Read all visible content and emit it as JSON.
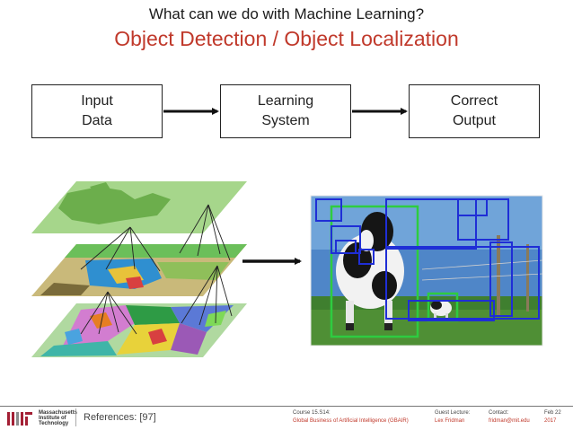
{
  "slide": {
    "supertitle": "What can we do with Machine Learning?",
    "title": "Object Detection / Object Localization"
  },
  "flow": {
    "boxes": [
      {
        "line1": "Input",
        "line2": "Data"
      },
      {
        "line1": "Learning",
        "line2": "System"
      },
      {
        "line1": "Correct",
        "line2": "Output"
      }
    ]
  },
  "footer": {
    "logo_lines": [
      "Massachusetts",
      "Institute of",
      "Technology"
    ],
    "references": "References: [97]",
    "course_label": "Course 15.S14:",
    "course_name": "Global Business of Artificial Intelligence (GBAIR)",
    "lecture_label": "Guest Lecture:",
    "lecturer": "Lex Fridman",
    "contact_label": "Contact:",
    "contact_email": "fridman@mit.edu",
    "date_month": "Feb 22",
    "date_year": "2017"
  },
  "colors": {
    "title_red": "#c0392b",
    "detect_green": "#2ecc40",
    "detect_blue": "#1f2ed6",
    "sky": "#4f86c8",
    "grass": "#3f7f2f"
  }
}
